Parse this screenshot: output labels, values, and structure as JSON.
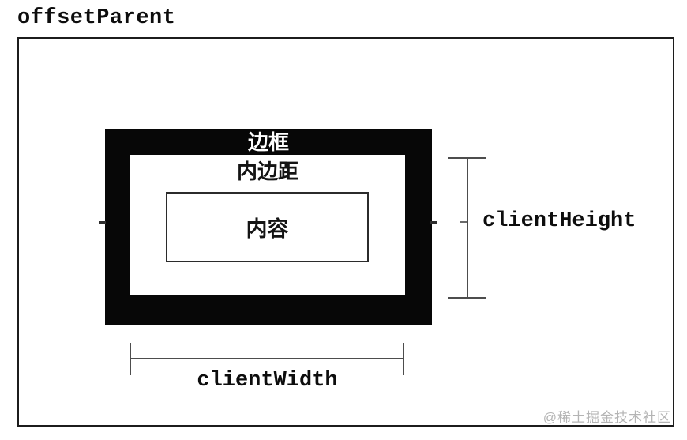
{
  "page": {
    "title": "offsetParent"
  },
  "diagram": {
    "box_model": {
      "border_label": "边框",
      "padding_label": "内边距",
      "content_label": "内容"
    },
    "dimensions": {
      "height_label": "clientHeight",
      "width_label": "clientWidth"
    },
    "colors": {
      "border_box_fill": "#070707",
      "border_label_text": "#ffffff",
      "label_text": "#141414",
      "dimension_line": "#4d4d4d",
      "outer_frame_border": "#1c1c1c",
      "watermark_text": "#b4b4b4"
    }
  },
  "watermark": {
    "text": "@稀土掘金技术社区"
  }
}
